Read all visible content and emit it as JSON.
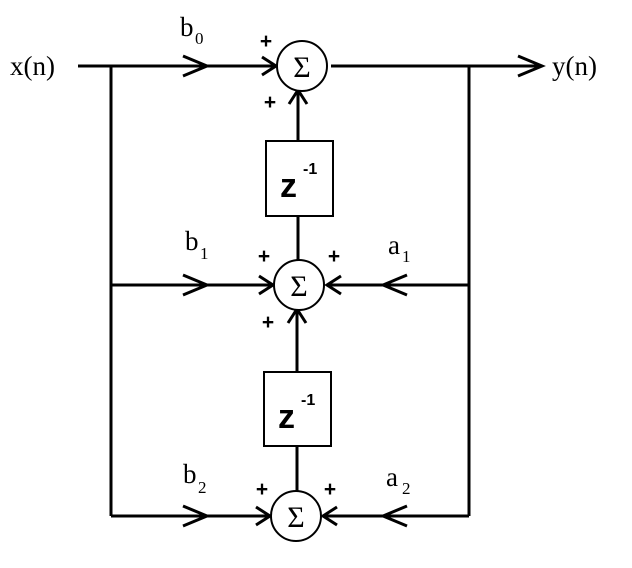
{
  "input_label": "x(n)",
  "output_label": "y(n)",
  "coefficients": {
    "b0": {
      "base": "b",
      "sub": "0"
    },
    "b1": {
      "base": "b",
      "sub": "1"
    },
    "b2": {
      "base": "b",
      "sub": "2"
    },
    "a1": {
      "base": "a",
      "sub": "1"
    },
    "a2": {
      "base": "a",
      "sub": "2"
    }
  },
  "summing_symbol": "Σ",
  "plus_sign": "+",
  "delay": {
    "base": "z",
    "exp": "-1"
  }
}
